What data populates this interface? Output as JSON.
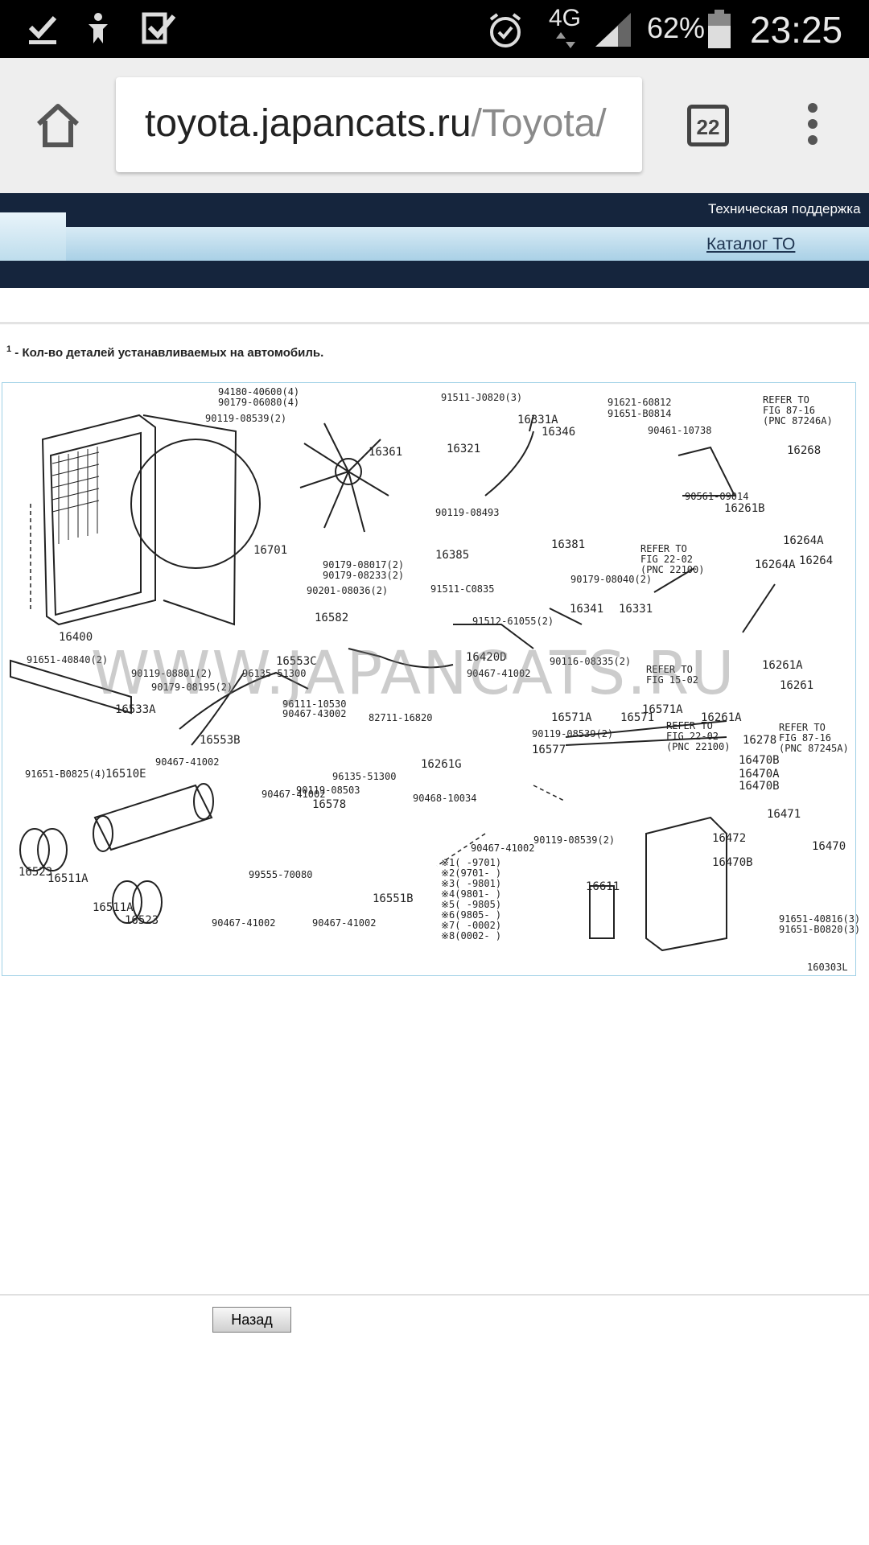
{
  "status_bar": {
    "network": "4G",
    "battery": "62%",
    "time": "23:25",
    "icons": [
      "download-done-icon",
      "accessibility-icon",
      "task-check-icon",
      "alarm-icon",
      "signal-icon",
      "battery-icon"
    ]
  },
  "browser": {
    "url_host": "toyota.japancats.ru",
    "url_path": "/Toyota/",
    "tab_count": "22"
  },
  "site": {
    "support_link": "Техническая поддержка",
    "catalog_link": "Каталог ТО",
    "footnote_mark": "1",
    "footnote_text": " - Кол-во деталей устанавливаемых на автомобиль."
  },
  "diagram": {
    "watermark": "WWW.JAPANCATS.RU",
    "code": "160303L",
    "labels": [
      "16400",
      "16701",
      "16361",
      "16582",
      "16553C",
      "16533A",
      "16553B",
      "16510E",
      "16523",
      "16511A",
      "16511A",
      "16523",
      "91651-40840(2)",
      "90119-08801(2)",
      "90179-08195(2)",
      "96135-51300",
      "90119-08539(2)",
      "94180-40600(4)",
      "90179-06080(4)",
      "90179-08017(2)",
      "90179-08233(2)",
      "90201-08036(2)",
      "96111-10530",
      "90467-43002",
      "91651-B0825(4)",
      "90467-41002",
      "90467-41002",
      "90467-41002",
      "90467-41002",
      "99555-70080",
      "96135-51300",
      "90119-08503",
      "16578",
      "16551B",
      "90467-41002",
      "90468-10034",
      "16261G",
      "82711-16820",
      "16420D",
      "90467-41002",
      "16577",
      "90119-08539(2)",
      "91511-J0820(3)",
      "16331A",
      "16346",
      "16321",
      "90119-08493",
      "16385",
      "16381",
      "91511-C0835",
      "91512-61055(2)",
      "91621-60812",
      "91651-B0814",
      "90461-10738",
      "16268",
      "90561-09014",
      "16261B",
      "16264A",
      "16264",
      "16264A",
      "90179-08040(2)",
      "16341",
      "16331",
      "90116-08335(2)",
      "16261A",
      "16261",
      "16571A",
      "16571",
      "16571A",
      "16261A",
      "16278",
      "16470B",
      "16470A",
      "16470B",
      "16471",
      "16472",
      "16470B",
      "16470",
      "16611",
      "90119-08539(2)",
      "91651-40816(3)",
      "91651-B0820(3)"
    ],
    "refer_notes": [
      "REFER TO FIG 87-16 (PNC 87246A)",
      "REFER TO FIG 22-02 (PNC 22100)",
      "REFER TO FIG 15-02",
      "REFER TO FIG 22-02 (PNC 22100)",
      "REFER TO FIG 87-16 (PNC 87245A)"
    ],
    "legend": [
      "※1(    -9701)",
      "※2(9701-     )",
      "※3(     -9801)",
      "※4(9801-     )",
      "※5(     -9805)",
      "※6(9805-     )",
      "※7(     -0002)",
      "※8(0002-     )"
    ]
  },
  "back_button": "Назад"
}
